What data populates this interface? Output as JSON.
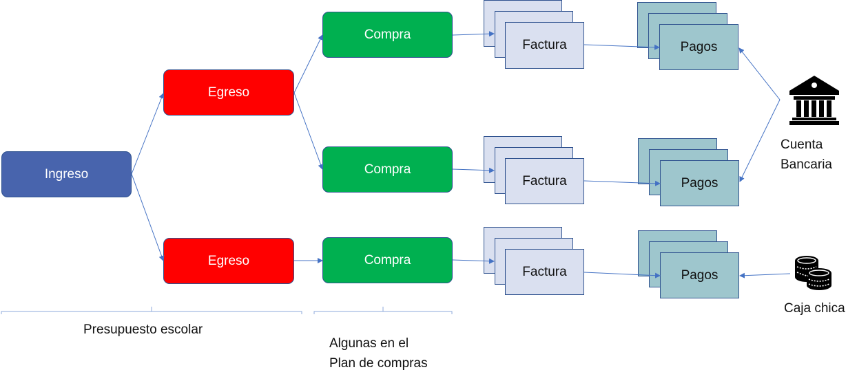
{
  "diagram": {
    "nodes": {
      "ingreso": "Ingreso",
      "egreso_top": "Egreso",
      "egreso_bottom": "Egreso",
      "compra_1": "Compra",
      "compra_2": "Compra",
      "compra_3": "Compra",
      "factura_1": "Factura",
      "factura_2": "Factura",
      "factura_3": "Factura",
      "pagos_1": "Pagos",
      "pagos_2": "Pagos",
      "pagos_3": "Pagos"
    },
    "sources": {
      "bank": {
        "icon": "bank-icon",
        "line1": "Cuenta",
        "line2": "Bancaria"
      },
      "petty_cash": {
        "icon": "coins-icon",
        "label": "Caja chica"
      }
    },
    "brackets": {
      "budget": "Presupuesto escolar",
      "plan_line1": "Algunas en el",
      "plan_line2": "Plan de compras"
    },
    "colors": {
      "ingreso": "#4864ad",
      "egreso": "#ff0000",
      "compra": "#00b050",
      "factura": "#dae0f0",
      "pagos": "#9ec6cd",
      "connector": "#4472c4"
    }
  }
}
